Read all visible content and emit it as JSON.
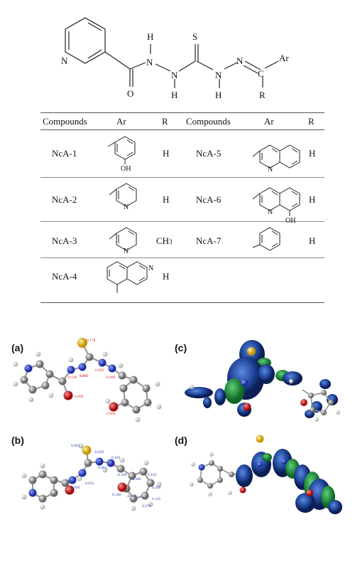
{
  "structure": {
    "atoms": {
      "N_ring": "N",
      "O_carbonyl": "O",
      "H1": "H",
      "H2": "H",
      "H3": "H",
      "S": "S",
      "N1": "N",
      "N2": "N",
      "N3": "N",
      "N4": "N",
      "C": "C",
      "Ar": "Ar",
      "R": "R"
    }
  },
  "table": {
    "headers": [
      "Compounds",
      "Ar",
      "R",
      "Compounds",
      "Ar",
      "R"
    ],
    "rows": [
      {
        "c1": "NcA-1",
        "r1": "H",
        "ar1_oh": "OH",
        "c2": "NcA-5",
        "r2": "H",
        "ar2_n": "N"
      },
      {
        "c1": "NcA-2",
        "r1": "H",
        "ar1_n": "N",
        "c2": "NcA-6",
        "r2": "H",
        "ar2_n": "N",
        "ar2_oh": "OH"
      },
      {
        "c1": "NcA-3",
        "r1": "CH",
        "r1_sub": "3",
        "ar1_n": "N",
        "c2": "NcA-7",
        "r2": "H"
      },
      {
        "c1": "NcA-4",
        "r1": "H",
        "ar1_n": "N"
      }
    ]
  },
  "panels": {
    "a": {
      "label": "(a)",
      "charges": [
        "0.178",
        "0.196",
        "0.495",
        "0.095",
        "-0.008",
        "0.099",
        "0.084"
      ]
    },
    "b": {
      "label": "(b)",
      "charges": [
        "0.002",
        "-0.029",
        "0.009",
        "0.052",
        "0.063",
        "0.182",
        "-0.106",
        "0.340",
        "0.162",
        "0.360",
        "0.340",
        "-0.140",
        "0.145",
        "0.272"
      ]
    },
    "c": {
      "label": "(c)"
    },
    "d": {
      "label": "(d)"
    }
  },
  "colors": {
    "carbon": "#8a8a8a",
    "hydrogen": "#e6e6e6",
    "nitrogen": "#2238c8",
    "oxygen": "#d01515",
    "sulfur": "#e8c020",
    "orbital_blue": "#1f4fa8",
    "orbital_green": "#1e9a3a",
    "charge_red": "#e0302a",
    "charge_blue": "#2a49a8"
  }
}
